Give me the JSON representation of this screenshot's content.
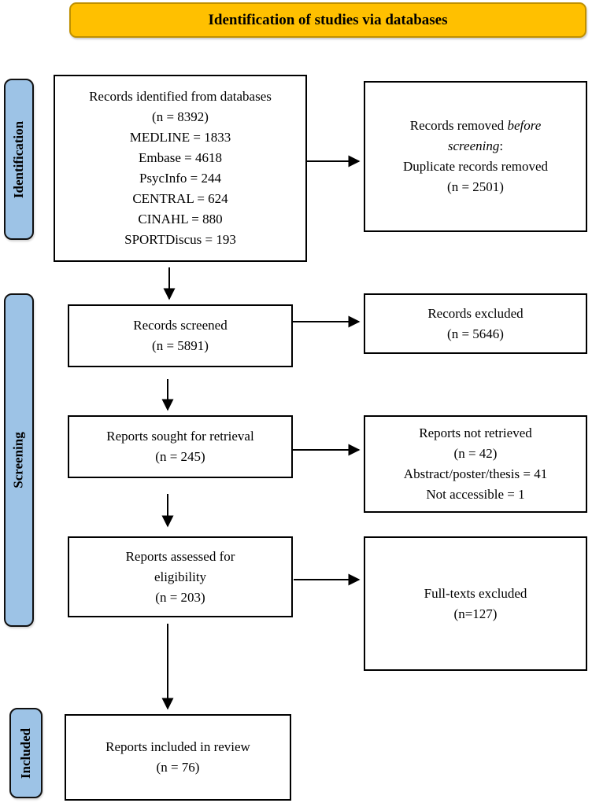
{
  "banner": {
    "title": "Identification of studies via databases"
  },
  "stages": [
    {
      "label": "Identification"
    },
    {
      "label": "Screening"
    },
    {
      "label": "Included"
    }
  ],
  "boxes": {
    "identified": {
      "lines": [
        "Records identified from databases",
        "(n = 8392)",
        "MEDLINE = 1833",
        "Embase = 4618",
        "PsycInfo = 244",
        "CENTRAL = 624",
        "CINAHL = 880",
        "SPORTDiscus = 193"
      ]
    },
    "removed": {
      "line1_pre": "Records removed ",
      "line1_italic": "before",
      "line2_italic": "screening",
      "line2_colon": ":",
      "line3": "Duplicate records removed",
      "line4": "(n = 2501)"
    },
    "screened": {
      "lines": [
        "Records screened",
        "(n = 5891)"
      ]
    },
    "excluded": {
      "lines": [
        "Records excluded",
        "(n = 5646)"
      ]
    },
    "sought": {
      "lines": [
        "Reports sought for retrieval",
        "(n = 245)"
      ]
    },
    "not_retrieved": {
      "lines": [
        "Reports not retrieved",
        "(n = 42)",
        "Abstract/poster/thesis = 41",
        "Not accessible = 1"
      ]
    },
    "assessed": {
      "lines": [
        "Reports assessed for",
        "eligibility",
        "(n = 203)"
      ]
    },
    "fulltext_excluded": {
      "lines": [
        "Full-texts excluded",
        "(n=127)"
      ]
    },
    "included": {
      "lines": [
        "Reports included in review",
        "(n = 76)"
      ]
    }
  },
  "colors": {
    "banner_fill": "#FFC000",
    "banner_border": "#BF9000",
    "stage_fill": "#9DC3E6",
    "stage_border": "#111111",
    "box_border": "#000000",
    "arrow": "#000000"
  }
}
